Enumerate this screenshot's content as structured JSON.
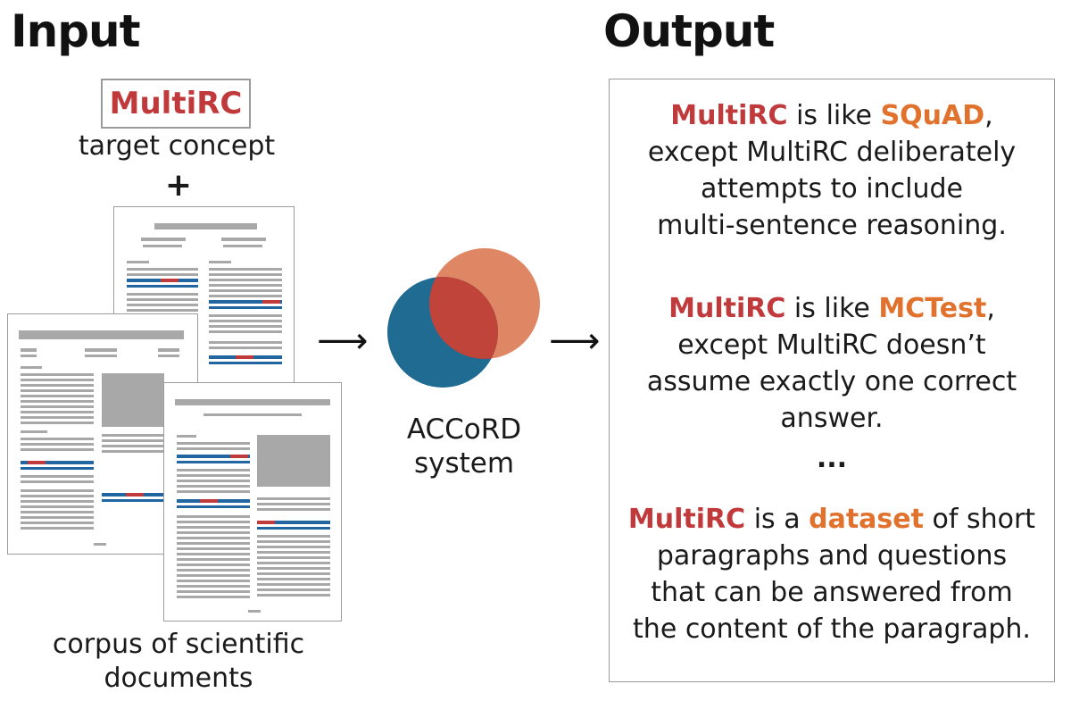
{
  "input": {
    "heading": "Input",
    "target_concept": "MultiRC",
    "target_label": "target concept",
    "plus": "+",
    "corpus_line1": "corpus of scientific",
    "corpus_line2": "documents"
  },
  "flow": {
    "arrow": "⟶"
  },
  "system": {
    "line1": "ACCoRD",
    "line2": "system"
  },
  "output": {
    "heading": "Output",
    "p1": {
      "concept": "MultiRC",
      "t1": " is like ",
      "other": "SQuAD",
      "t2": ",",
      "line2": "except MultiRC deliberately",
      "line3": "attempts to include",
      "line4": "multi-sentence reasoning."
    },
    "p2": {
      "concept": "MultiRC",
      "t1": " is like ",
      "other": "MCTest",
      "t2": ",",
      "line2": "except MultiRC doesn’t",
      "line3": "assume exactly one correct",
      "line4": "answer."
    },
    "ellipsis": "...",
    "p3": {
      "concept": "MultiRC",
      "t1": " is a ",
      "other": "dataset",
      "t2": " of short",
      "line2": "paragraphs and questions",
      "line3": "that can be answered from",
      "line4": "the content of the paragraph."
    }
  },
  "colors": {
    "concept_red": "#c0393b",
    "highlight_orange": "#e0722e",
    "circle_blue": "#1f6b92",
    "circle_orange": "#df8764",
    "overlap_red": "#c0443a",
    "doc_gray": "#a8a8a8",
    "doc_blue": "#2166a0",
    "doc_red": "#c0393b"
  }
}
